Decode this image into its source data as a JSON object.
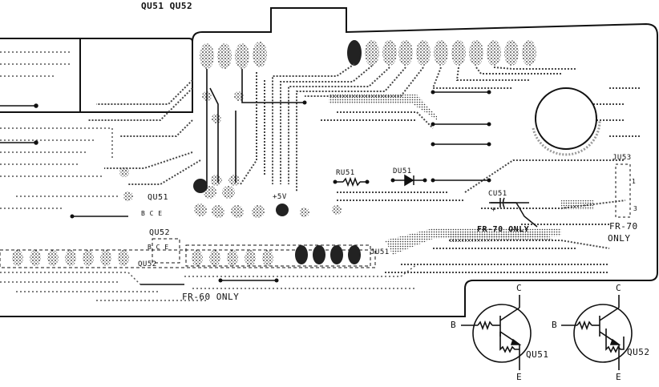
{
  "top_label": "QU51 QU52",
  "board": {
    "qu51_label": "QU51",
    "qu52_label": "QU52",
    "qu52_small_label": "QU52",
    "ru51_label": "RU51",
    "du51_label": "DU51",
    "plus5v_label": "+5V",
    "cu51_label": "CU51",
    "cu51_plus": "+",
    "fr70_only_board": "FR-70 ONLY",
    "ju51_label": "JU51",
    "ju53_label": "JU53",
    "ju53_pin1": "1",
    "ju53_pin3": "3",
    "fr70_only_side_line1": "FR-70",
    "fr70_only_side_line2": "ONLY",
    "fr60_only": "FR-60 ONLY",
    "pin_row_a": "B C E",
    "pin_row_b": "B C E"
  },
  "transistors": [
    {
      "name": "QU51",
      "b": "B",
      "c": "C",
      "e": "E"
    },
    {
      "name": "QU52",
      "b": "B",
      "c": "C",
      "e": "E"
    }
  ],
  "colors": {
    "ink": "#111111",
    "paper": "#ffffff",
    "trace": "#3a3a3a"
  }
}
